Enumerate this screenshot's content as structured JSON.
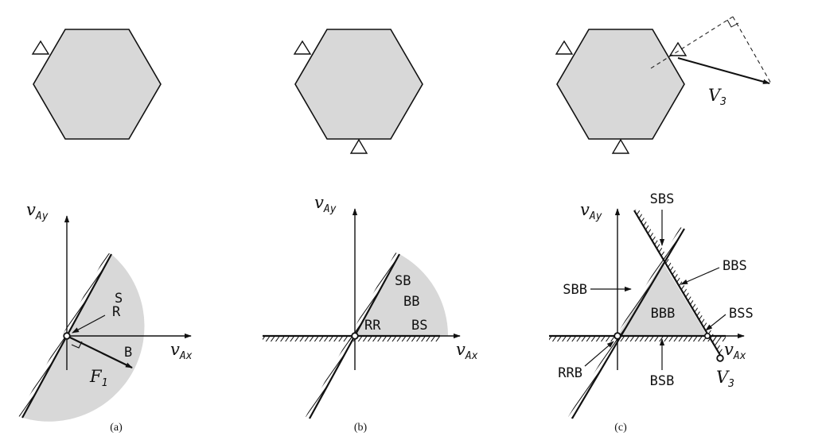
{
  "colors": {
    "region_fill": "#d8d8d8",
    "ink": "#111111"
  },
  "panels": [
    {
      "caption": "(a)",
      "axes": {
        "x": "v",
        "x_sub": "Ax",
        "y": "v",
        "y_sub": "Ay"
      },
      "labels": {
        "S": "S",
        "R": "R",
        "B": "B"
      },
      "force": {
        "script": "F",
        "sub": "1"
      }
    },
    {
      "caption": "(b)",
      "axes": {
        "x": "v",
        "x_sub": "Ax",
        "y": "v",
        "y_sub": "Ay"
      },
      "labels": {
        "SB": "SB",
        "BB": "BB",
        "RR": "RR",
        "BS": "BS"
      }
    },
    {
      "caption": "(c)",
      "axes": {
        "x": "v",
        "x_sub": "Ax",
        "y": "v",
        "y_sub": "Ay"
      },
      "labels": {
        "SBS": "SBS",
        "SBB": "SBB",
        "BBS": "BBS",
        "BBB": "BBB",
        "BSS": "BSS",
        "RRB": "RRB",
        "BSB": "BSB"
      },
      "velocity_top": {
        "script": "V",
        "sub": "3"
      },
      "velocity_bottom": {
        "script": "V",
        "sub": "3"
      }
    }
  ]
}
